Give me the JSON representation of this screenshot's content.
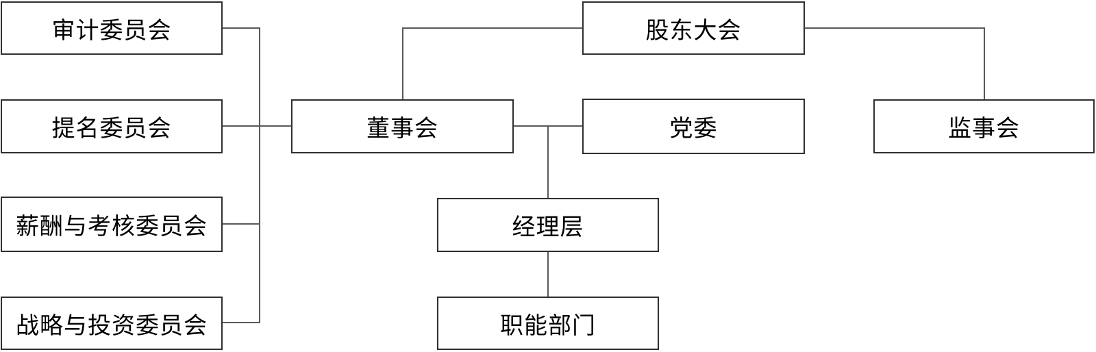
{
  "diagram": {
    "type": "org-chart",
    "language": "zh-CN",
    "colors": {
      "background": "#ffffff",
      "box_border": "#2f2f2f",
      "connector": "#595959",
      "text": "#000000"
    },
    "nodes": {
      "audit_committee": {
        "label": "审计委员会"
      },
      "nomination_committee": {
        "label": "提名委员会"
      },
      "remuneration_committee": {
        "label": "薪酬与考核委员会"
      },
      "strategy_committee": {
        "label": "战略与投资委员会"
      },
      "shareholders_meeting": {
        "label": "股东大会"
      },
      "board_of_directors": {
        "label": "董事会"
      },
      "party_committee": {
        "label": "党委"
      },
      "supervisory_board": {
        "label": "监事会"
      },
      "management_team": {
        "label": "经理层"
      },
      "functional_departments": {
        "label": "职能部门"
      }
    },
    "edges": [
      {
        "from": "shareholders_meeting",
        "to": "board_of_directors"
      },
      {
        "from": "shareholders_meeting",
        "to": "supervisory_board"
      },
      {
        "from": "audit_committee",
        "to": "board_of_directors"
      },
      {
        "from": "nomination_committee",
        "to": "board_of_directors"
      },
      {
        "from": "remuneration_committee",
        "to": "board_of_directors"
      },
      {
        "from": "strategy_committee",
        "to": "board_of_directors"
      },
      {
        "from": "board_of_directors",
        "to": "party_committee"
      },
      {
        "from": "board_of_directors",
        "to": "management_team"
      },
      {
        "from": "management_team",
        "to": "functional_departments"
      }
    ]
  }
}
